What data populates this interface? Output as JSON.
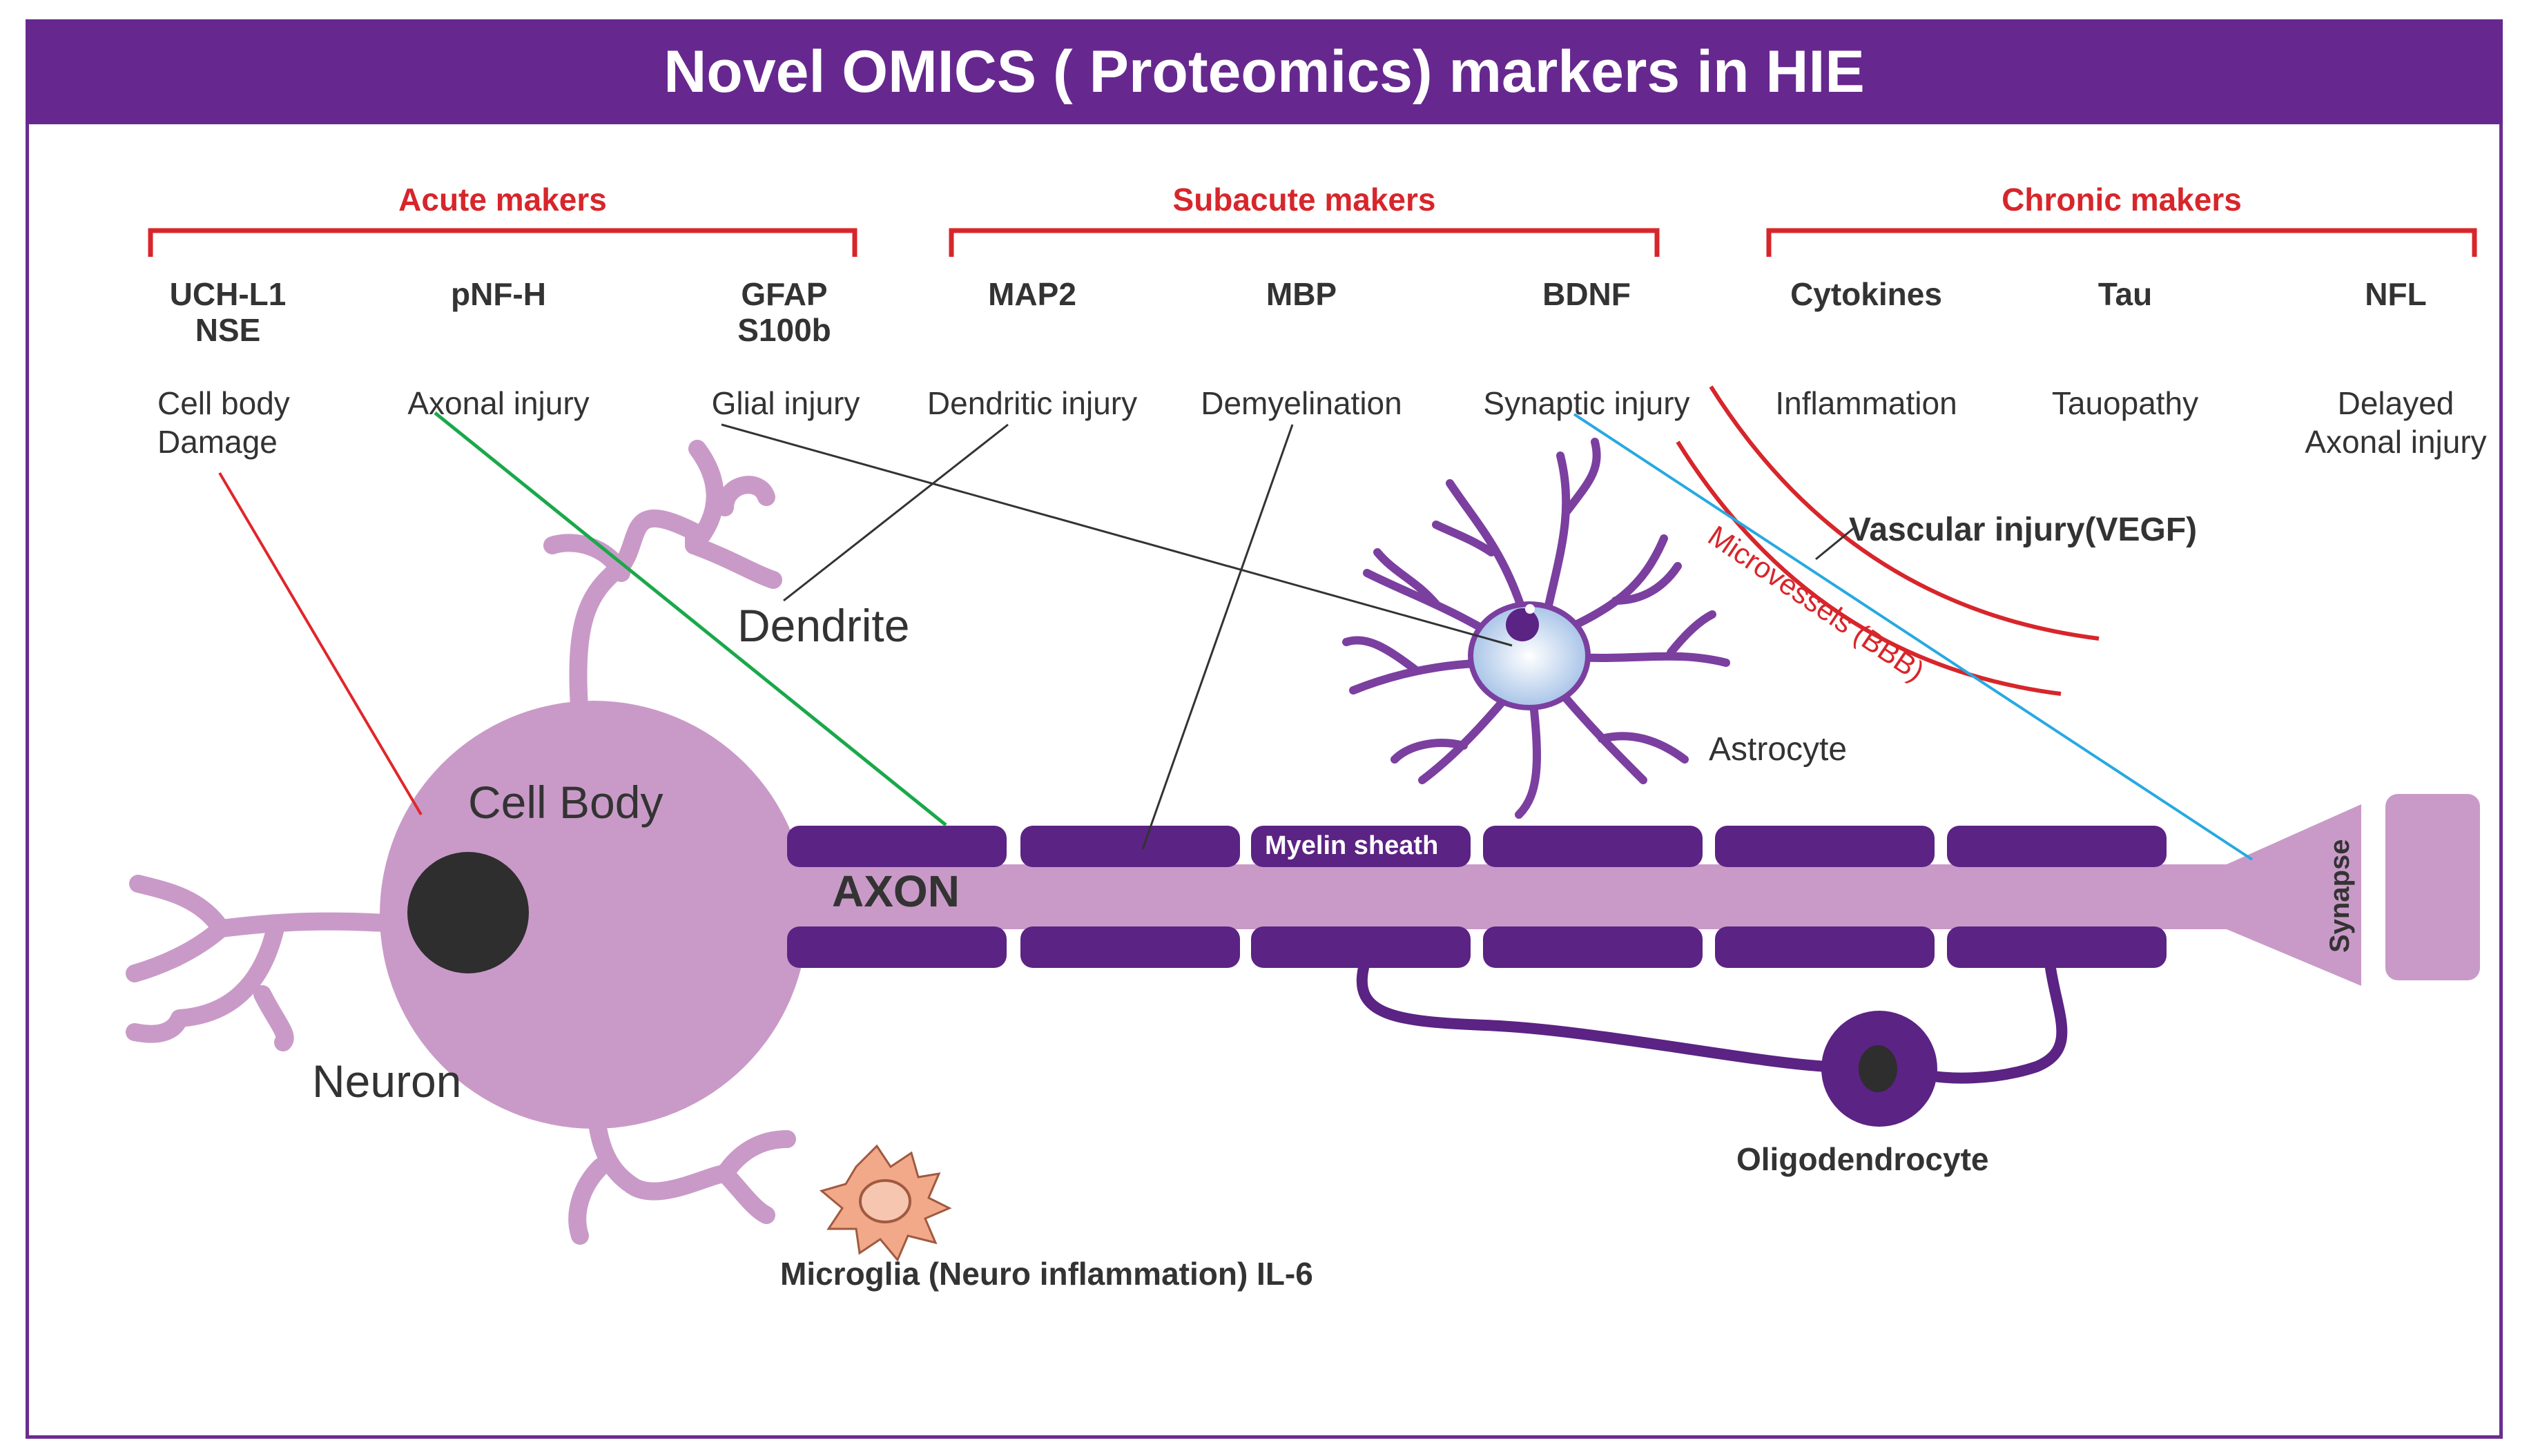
{
  "title": "Novel OMICS ( Proteomics) markers in HIE",
  "groups": [
    {
      "label": "Acute makers",
      "markers": [
        {
          "name": "UCH-L1\nNSE",
          "effect": "Cell body\nDamage"
        },
        {
          "name": "pNF-H",
          "effect": "Axonal injury"
        },
        {
          "name": "GFAP\nS100b",
          "effect": "Glial injury"
        }
      ]
    },
    {
      "label": "Subacute makers",
      "markers": [
        {
          "name": "MAP2",
          "effect": "Dendritic injury"
        },
        {
          "name": "MBP",
          "effect": "Demyelination"
        },
        {
          "name": "BDNF",
          "effect": "Synaptic injury"
        }
      ]
    },
    {
      "label": "Chronic makers",
      "markers": [
        {
          "name": "Cytokines",
          "effect": "Inflammation"
        },
        {
          "name": "Tau",
          "effect": "Tauopathy"
        },
        {
          "name": "NFL",
          "effect": "Delayed\nAxonal injury"
        }
      ]
    }
  ],
  "labels": {
    "dendrite": "Dendrite",
    "cell_body": "Cell Body",
    "neuron": "Neuron",
    "axon": "AXON",
    "myelin_sheath": "Myelin sheath",
    "astrocyte": "Astrocyte",
    "vascular_injury": "Vascular injury(VEGF)",
    "microvessels": "Microvessels (BBB)",
    "synapse": "Synapse",
    "oligodendrocyte": "Oligodendrocyte",
    "microglia": "Microglia (Neuro inflammation) IL-6"
  },
  "colors": {
    "title_bg": "#66288f",
    "group_label": "#d7262b",
    "neuron": "#c99ac8",
    "myelin": "#5b2383",
    "astrocyte": "#7b3fa0",
    "microvessel": "#d7262b",
    "microglia": "#f2a98a",
    "line_cell_body": "#e0262b",
    "line_axonal": "#1aa84a",
    "line_synaptic": "#27a9e1"
  }
}
